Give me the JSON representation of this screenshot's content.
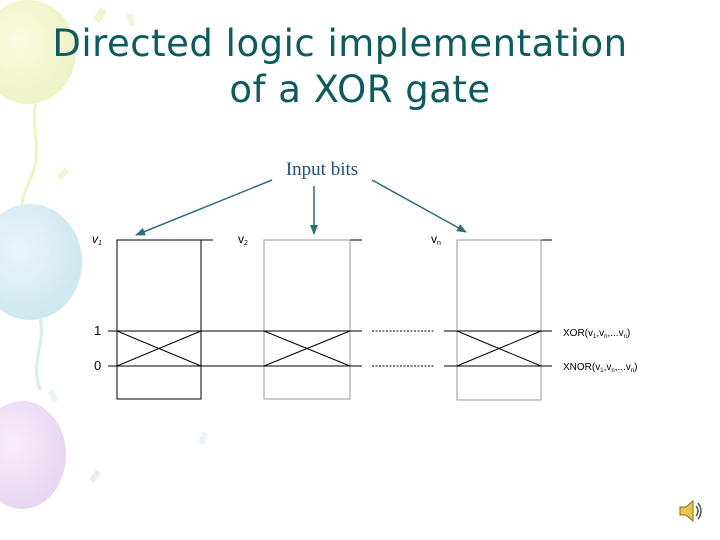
{
  "slide": {
    "title_line1": "Directed logic implementation",
    "title_line2": "of a XOR gate"
  },
  "diagram": {
    "input_label": "Input bits",
    "variables": [
      "v1",
      "v2",
      "vn"
    ],
    "row_labels": [
      "1",
      "0"
    ],
    "outputs": [
      "XOR(v1,vn,...vn)",
      "XNOR(v1,vn,...vn)"
    ],
    "colors": {
      "text": "#0b5c5c",
      "arrow": "#2a6f7a",
      "line": "#000000",
      "gray": "#9a9a9a"
    }
  },
  "icons": {
    "speaker": "speaker-icon"
  }
}
